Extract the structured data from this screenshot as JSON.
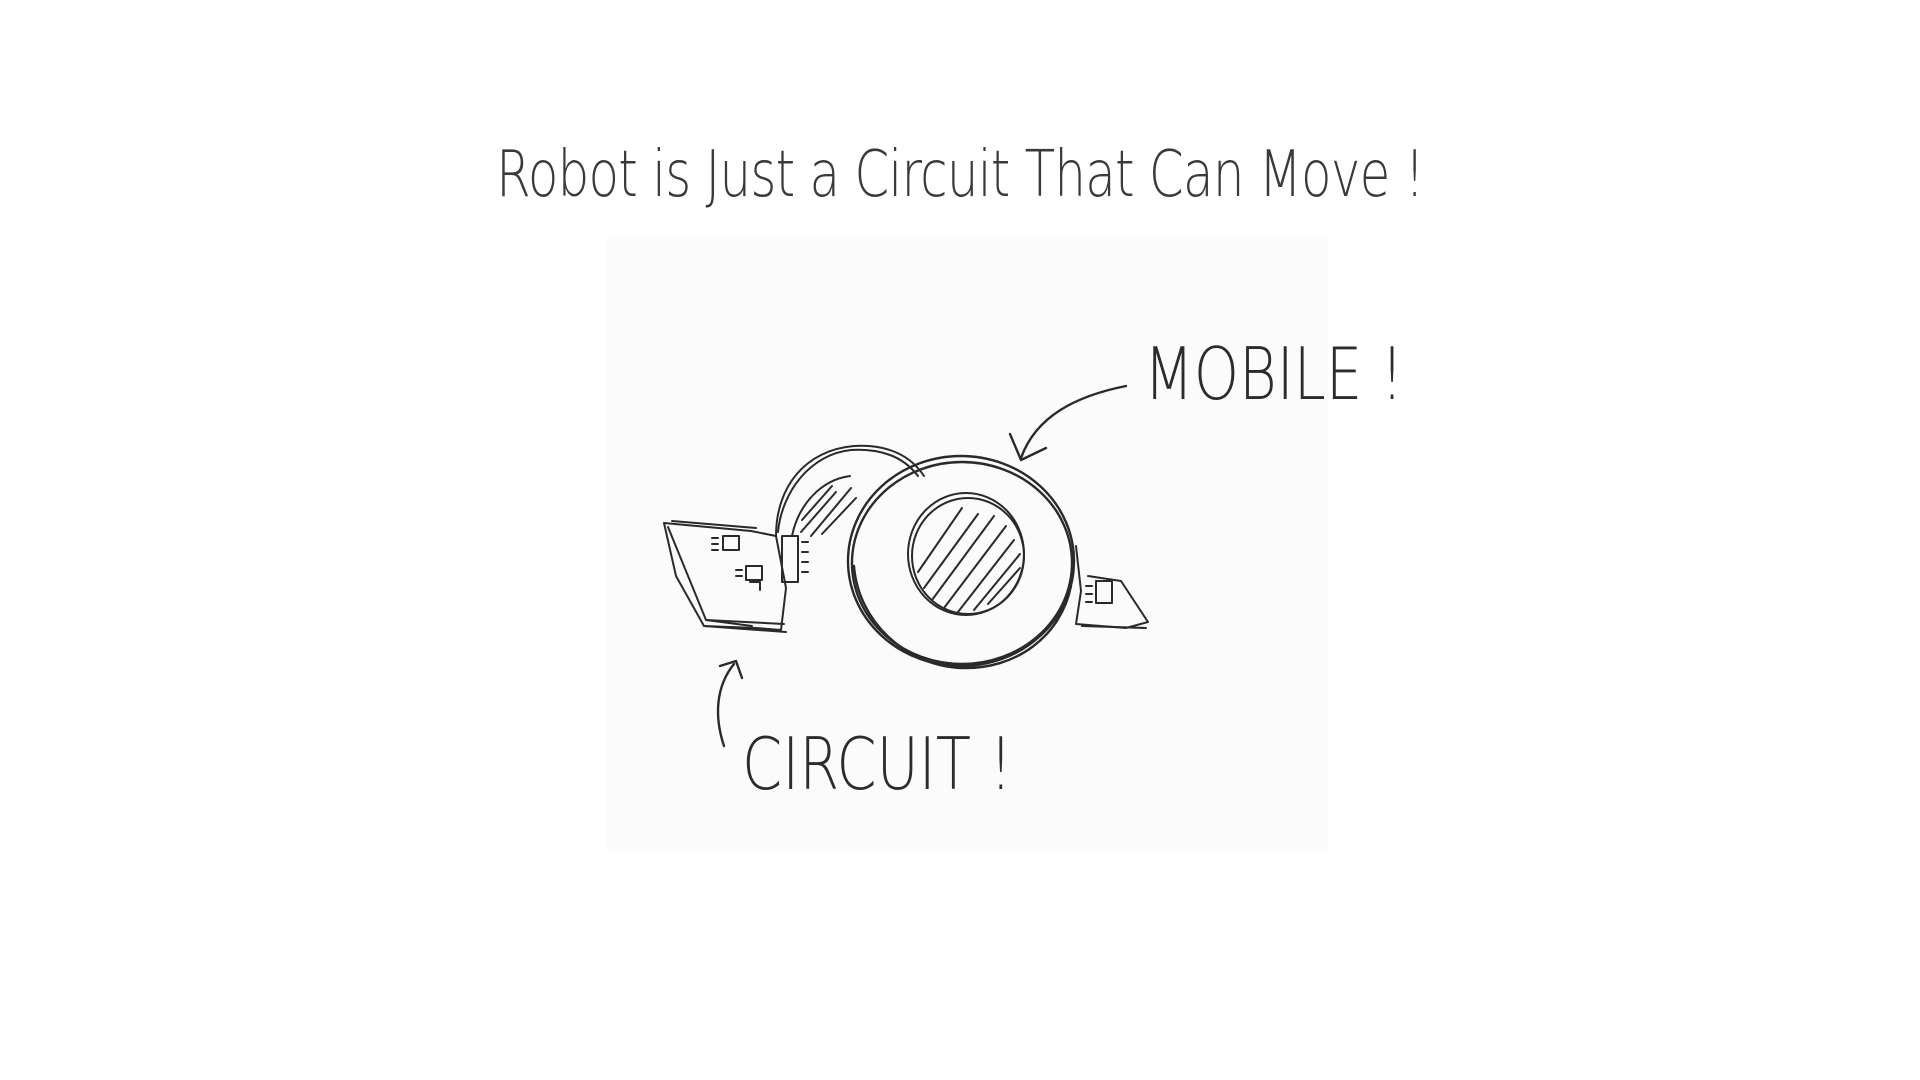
{
  "slide": {
    "title": "Robot is Just a Circuit That Can Move !"
  },
  "diagram": {
    "labels": {
      "mobile": "MOBILE !",
      "circuit": "CIRCUIT !"
    },
    "stroke_color": "#2a2a2a",
    "background_color": "#ffffff"
  }
}
